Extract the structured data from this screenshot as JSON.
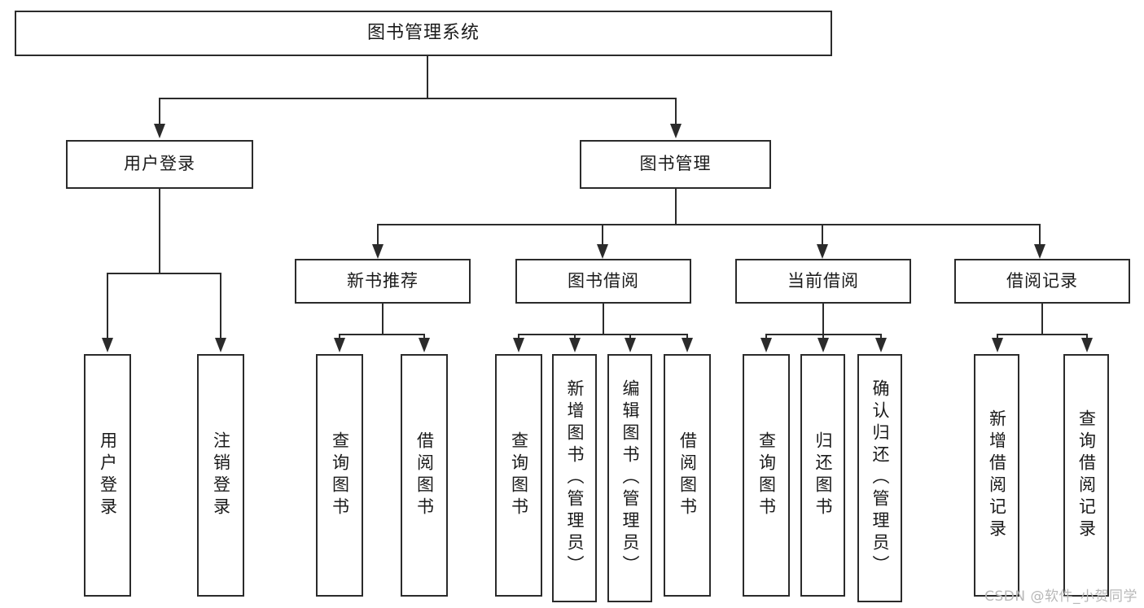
{
  "diagram": {
    "type": "tree-hierarchy",
    "title": "图书管理系统",
    "root": {
      "label": "图书管理系统"
    },
    "level1": [
      {
        "id": "user-login",
        "label": "用户登录"
      },
      {
        "id": "book-management",
        "label": "图书管理"
      }
    ],
    "level2": [
      {
        "id": "new-book-recommend",
        "label": "新书推荐",
        "parent": "book-management"
      },
      {
        "id": "book-borrow",
        "label": "图书借阅",
        "parent": "book-management"
      },
      {
        "id": "current-borrow",
        "label": "当前借阅",
        "parent": "book-management"
      },
      {
        "id": "borrow-record",
        "label": "借阅记录",
        "parent": "book-management"
      }
    ],
    "leaves": [
      {
        "id": "leaf-user-login",
        "label": "用户登录",
        "parent": "user-login"
      },
      {
        "id": "leaf-logout-login",
        "label": "注销登录",
        "parent": "user-login"
      },
      {
        "id": "leaf-query-book-1",
        "label": "查询图书",
        "parent": "new-book-recommend"
      },
      {
        "id": "leaf-borrow-book-1",
        "label": "借阅图书",
        "parent": "new-book-recommend"
      },
      {
        "id": "leaf-query-book-2",
        "label": "查询图书",
        "parent": "book-borrow"
      },
      {
        "id": "leaf-add-book",
        "label": "新增图书（管理员）",
        "parent": "book-borrow"
      },
      {
        "id": "leaf-edit-book",
        "label": "编辑图书（管理员）",
        "parent": "book-borrow"
      },
      {
        "id": "leaf-borrow-book-2",
        "label": "借阅图书",
        "parent": "book-borrow"
      },
      {
        "id": "leaf-query-book-3",
        "label": "查询图书",
        "parent": "current-borrow"
      },
      {
        "id": "leaf-return-book",
        "label": "归还图书",
        "parent": "current-borrow"
      },
      {
        "id": "leaf-confirm-return",
        "label": "确认归还（管理员）",
        "parent": "current-borrow"
      },
      {
        "id": "leaf-add-record",
        "label": "新增借阅记录",
        "parent": "borrow-record"
      },
      {
        "id": "leaf-query-record",
        "label": "查询借阅记录",
        "parent": "borrow-record"
      }
    ],
    "colors": {
      "stroke": "#2b2b2b",
      "fill": "#ffffff",
      "text": "#1a1a1a",
      "watermark": "#b8b8b8"
    }
  },
  "watermark": {
    "text": "CSDN @软件_小贺同学"
  }
}
